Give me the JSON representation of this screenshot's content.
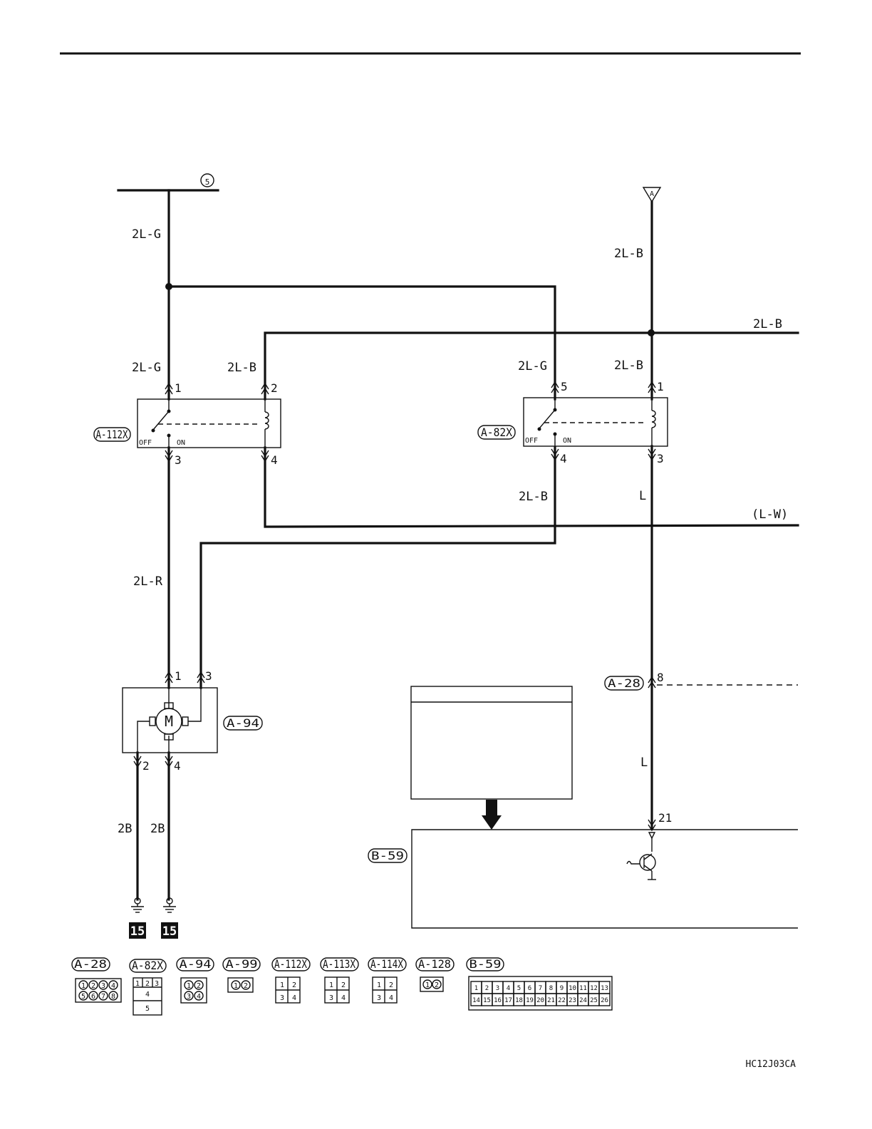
{
  "header": {
    "circle_ref": "5"
  },
  "wires": {
    "top_left": "2L-G",
    "relay1_pin1": "2L-G",
    "relay1_pin2": "2L-B",
    "relay1_out": "2L-R",
    "top_right": "2L-B",
    "right_exit": "2L-B",
    "relay2_pin5": "2L-G",
    "relay2_pin1": "2L-B",
    "relay2_pin4": "2L-B",
    "relay2_pin3": "L",
    "lw_exit": "(L-W)",
    "a28_out": "L",
    "motor_gnd_left": "2B",
    "motor_gnd_right": "2B"
  },
  "connector_a": "A",
  "relay1": {
    "tag": "A-112X",
    "pins": [
      "1",
      "2",
      "3",
      "4"
    ],
    "off": "OFF",
    "on": "ON"
  },
  "relay2": {
    "tag": "A-82X",
    "pins": [
      "5",
      "1",
      "4",
      "3"
    ],
    "off": "OFF",
    "on": "ON"
  },
  "motor": {
    "tag": "A-94",
    "symbol": "M",
    "pins": [
      "1",
      "3",
      "2",
      "4"
    ]
  },
  "a28": {
    "tag": "A-28",
    "pin": "8"
  },
  "ecu": {
    "tag": "B-59",
    "pin": "21"
  },
  "grounds": [
    "15",
    "15"
  ],
  "legend": [
    {
      "tag": "A-28",
      "cells": [
        "1",
        "2",
        "3",
        "4",
        "5",
        "6",
        "7",
        "8"
      ]
    },
    {
      "tag": "A-82X",
      "cells": [
        "1",
        "2",
        "3",
        "4",
        "5"
      ]
    },
    {
      "tag": "A-94",
      "cells": [
        "1",
        "2",
        "3",
        "4"
      ]
    },
    {
      "tag": "A-99",
      "cells": [
        "1",
        "2"
      ]
    },
    {
      "tag": "A-112X",
      "cells": [
        "1",
        "2",
        "3",
        "4"
      ]
    },
    {
      "tag": "A-113X",
      "cells": [
        "1",
        "2",
        "3",
        "4"
      ]
    },
    {
      "tag": "A-114X",
      "cells": [
        "1",
        "2",
        "3",
        "4"
      ]
    },
    {
      "tag": "A-128",
      "cells": [
        "1",
        "2"
      ]
    },
    {
      "tag": "B-59",
      "cells": [
        "1",
        "2",
        "3",
        "4",
        "5",
        "6",
        "7",
        "8",
        "9",
        "10",
        "11",
        "12",
        "13",
        "14",
        "15",
        "16",
        "17",
        "18",
        "19",
        "20",
        "21",
        "22",
        "23",
        "24",
        "25",
        "26"
      ]
    }
  ],
  "footer": {
    "code": "HC12J03CA"
  }
}
